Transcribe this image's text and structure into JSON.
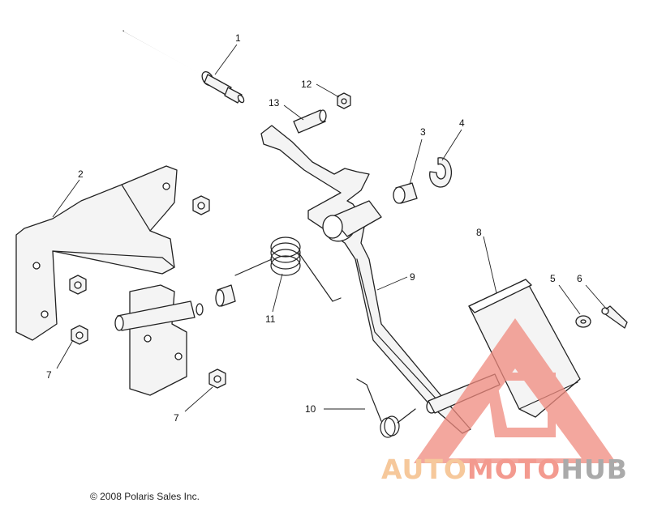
{
  "callouts": [
    {
      "id": "1",
      "label": "1"
    },
    {
      "id": "2",
      "label": "2"
    },
    {
      "id": "3",
      "label": "3"
    },
    {
      "id": "4",
      "label": "4"
    },
    {
      "id": "5",
      "label": "5"
    },
    {
      "id": "6",
      "label": "6"
    },
    {
      "id": "7a",
      "label": "7"
    },
    {
      "id": "7b",
      "label": "7"
    },
    {
      "id": "8",
      "label": "8"
    },
    {
      "id": "9",
      "label": "9"
    },
    {
      "id": "10",
      "label": "10"
    },
    {
      "id": "11",
      "label": "11"
    },
    {
      "id": "12",
      "label": "12"
    },
    {
      "id": "13",
      "label": "13"
    }
  ],
  "copyright": "© 2008 Polaris Sales Inc.",
  "watermark": {
    "part1": "AUTO",
    "part2": "MOTO",
    "part3": "HUB",
    "triangle_color": "#f08a7e"
  }
}
